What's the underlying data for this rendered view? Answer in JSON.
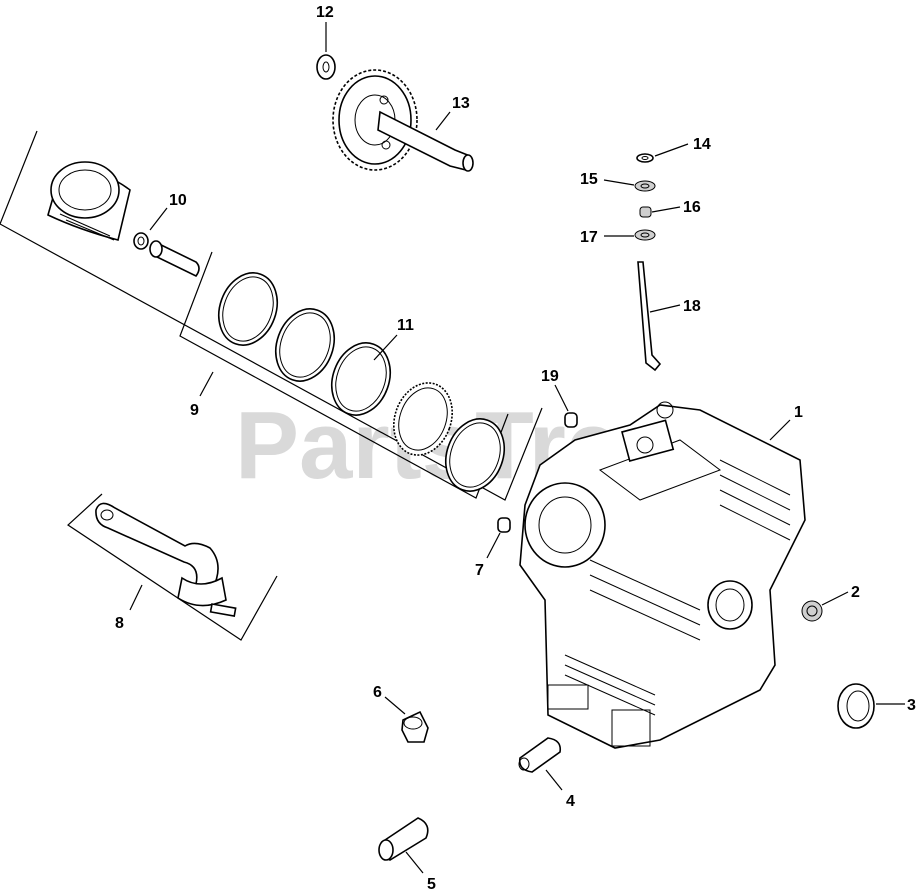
{
  "watermark": "PartsTree",
  "callouts": [
    {
      "id": "1",
      "label": "1"
    },
    {
      "id": "2",
      "label": "2"
    },
    {
      "id": "3",
      "label": "3"
    },
    {
      "id": "4",
      "label": "4"
    },
    {
      "id": "5",
      "label": "5"
    },
    {
      "id": "6",
      "label": "6"
    },
    {
      "id": "7",
      "label": "7"
    },
    {
      "id": "8",
      "label": "8"
    },
    {
      "id": "9",
      "label": "9"
    },
    {
      "id": "10",
      "label": "10"
    },
    {
      "id": "11",
      "label": "11"
    },
    {
      "id": "12",
      "label": "12"
    },
    {
      "id": "13",
      "label": "13"
    },
    {
      "id": "14",
      "label": "14"
    },
    {
      "id": "15",
      "label": "15"
    },
    {
      "id": "16",
      "label": "16"
    },
    {
      "id": "17",
      "label": "17"
    },
    {
      "id": "18",
      "label": "18"
    },
    {
      "id": "19",
      "label": "19"
    }
  ]
}
